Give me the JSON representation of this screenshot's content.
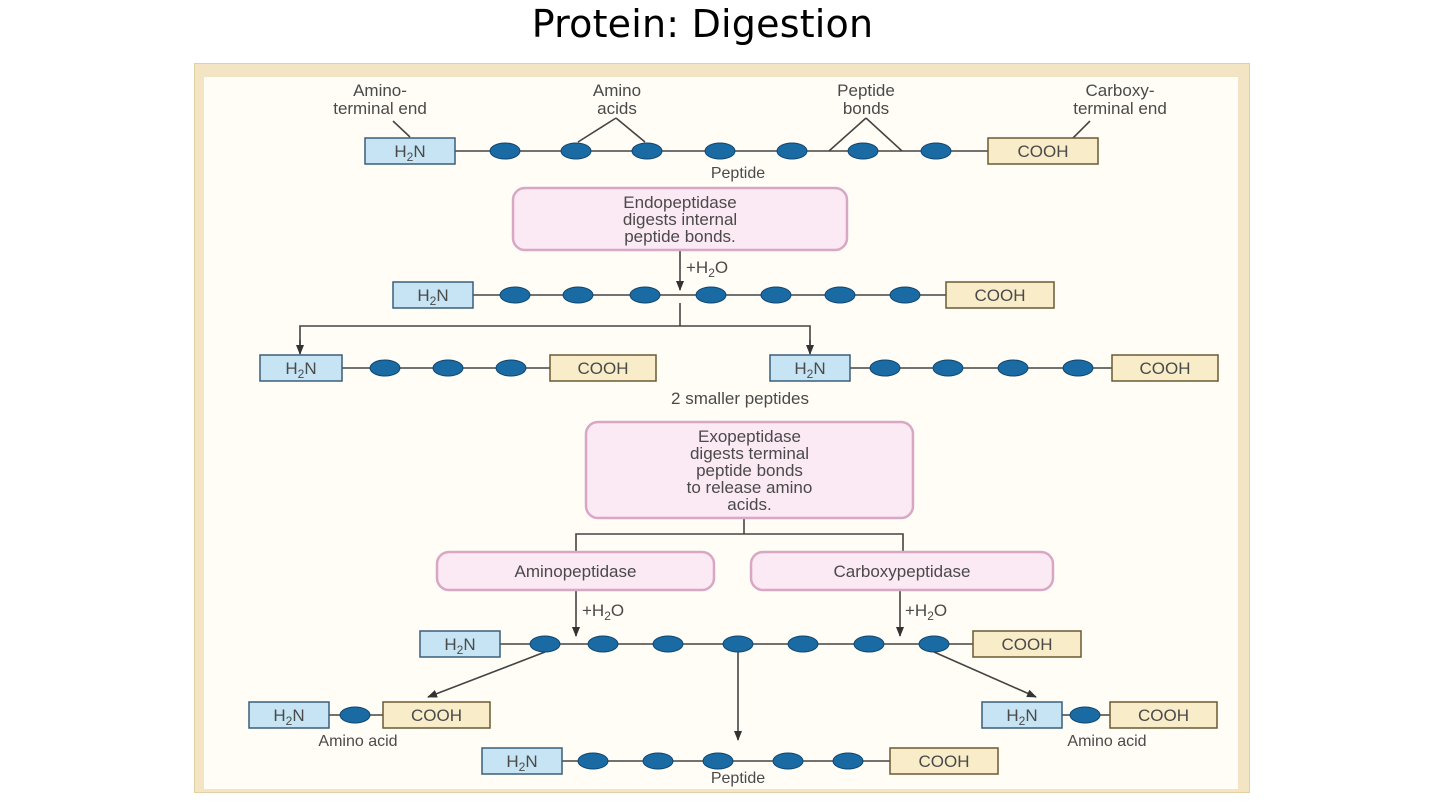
{
  "title": "Protein: Digestion",
  "labels": {
    "amino_terminal_end": [
      "Amino-",
      "terminal end"
    ],
    "amino_acids": [
      "Amino",
      "acids"
    ],
    "peptide_bonds": [
      "Peptide",
      "bonds"
    ],
    "carboxy_terminal_end": [
      "Carboxy-",
      "terminal end"
    ],
    "peptide": "Peptide",
    "smaller_peptides": "2 smaller peptides",
    "amino_acid_left": "Amino acid",
    "amino_acid_right": "Amino acid",
    "peptide_bottom": "Peptide"
  },
  "boxes": {
    "endopeptidase": [
      "Endopeptidase",
      "digests internal",
      "peptide bonds."
    ],
    "exopeptidase": [
      "Exopeptidase",
      "digests terminal",
      "peptide bonds",
      "to release amino",
      "acids."
    ],
    "aminopeptidase": "Aminopeptidase",
    "carboxypeptidase": "Carboxypeptidase"
  },
  "terminals": {
    "amine": "H",
    "amine_sub": "2",
    "amine_n": "N",
    "carboxyl": "COOH"
  },
  "water": {
    "plus_h": "+H",
    "sub": "2",
    "o": "O"
  },
  "colors": {
    "amino_acid_bead": "#1a6aa3",
    "amine_box": "#c6e4f4",
    "carboxyl_box": "#f8ecc9",
    "enzyme_box": "#fbe9f3",
    "enzyme_border": "#d8a7c4"
  }
}
